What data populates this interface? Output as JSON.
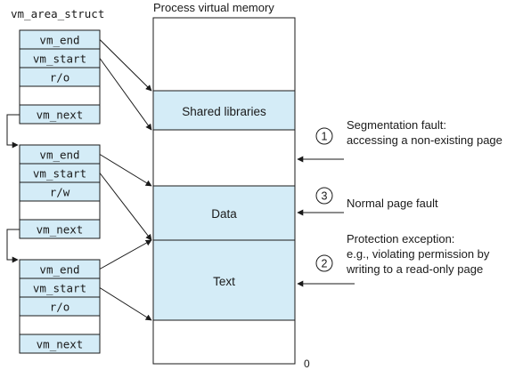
{
  "vm_area_struct_label": "vm_area_struct",
  "memory_title": "Process virtual memory",
  "struct1": {
    "field1": "vm_end",
    "field2": "vm_start",
    "field3": "r/o",
    "field5": "vm_next"
  },
  "struct2": {
    "field1": "vm_end",
    "field2": "vm_start",
    "field3": "r/w",
    "field5": "vm_next"
  },
  "struct3": {
    "field1": "vm_end",
    "field2": "vm_start",
    "field3": "r/o",
    "field5": "vm_next"
  },
  "memory": {
    "shared": "Shared libraries",
    "data": "Data",
    "text": "Text",
    "zero": "0"
  },
  "faults": {
    "f1": {
      "number": "1",
      "line1": "Segmentation fault:",
      "line2": "accessing a non-existing page"
    },
    "f3": {
      "number": "3",
      "line1": "Normal page fault"
    },
    "f2": {
      "number": "2",
      "line1": "Protection exception:",
      "line2": "e.g., violating permission by",
      "line3": "writing to a read-only page"
    }
  },
  "colors": {
    "region": "#d4ecf7",
    "field": "#d4ecf7",
    "stroke": "#1a1a1a",
    "background": "#ffffff"
  }
}
